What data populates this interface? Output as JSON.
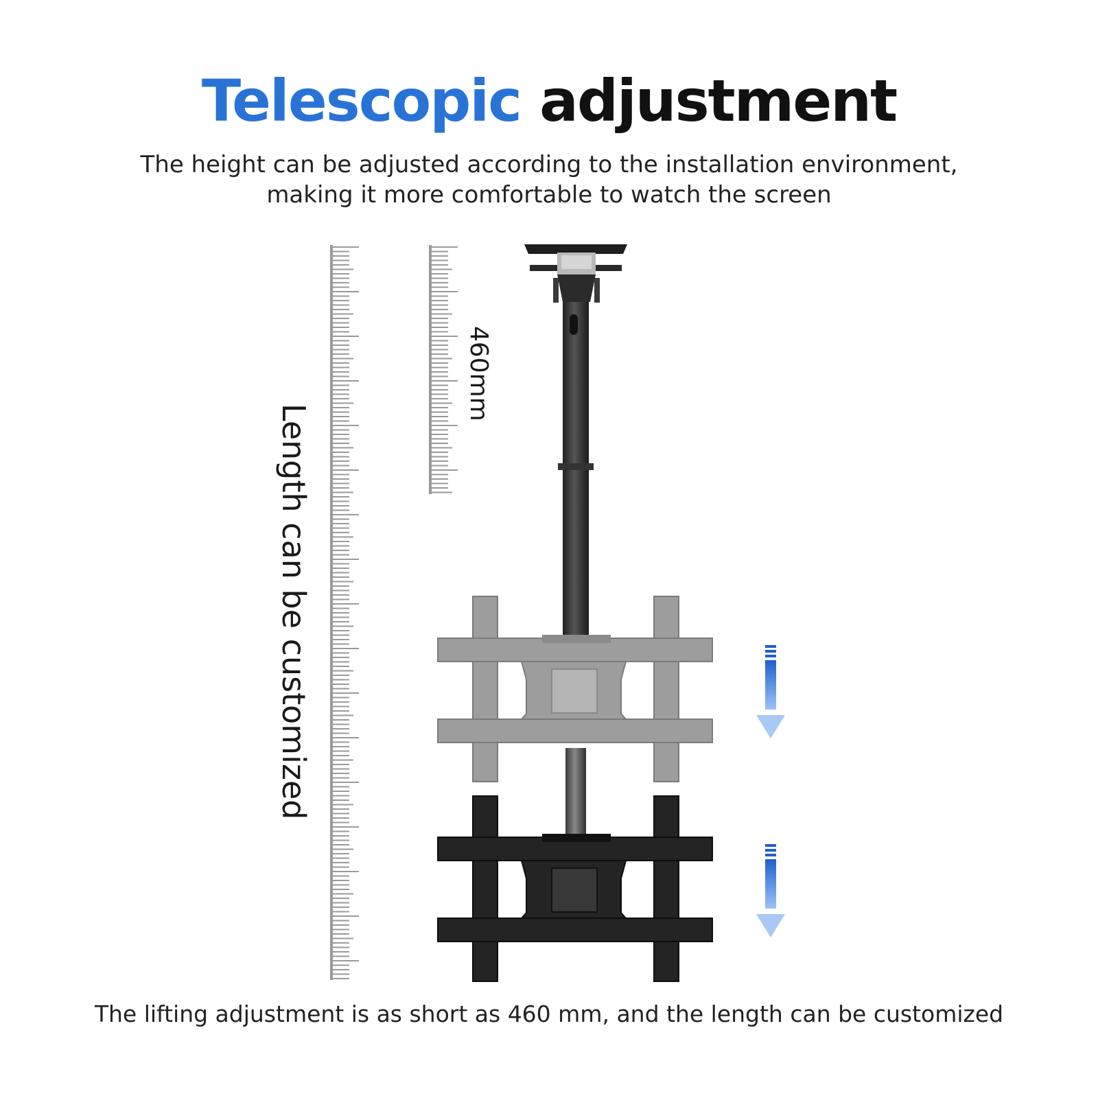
{
  "heading": {
    "accent_word": "Telescopic",
    "rest": "adjustment",
    "accent_color": "#2a73d6"
  },
  "subtitle": {
    "line1": "The height can be adjusted according to the installation environment,",
    "line2": "making it more comfortable to watch the screen"
  },
  "labels": {
    "length_ruler": "Length can be customized",
    "short_ruler": "460mm"
  },
  "caption": "The lifting adjustment is as short as 460 mm, and the length can be customized",
  "icons": {
    "arrow_upper": "down-arrow-icon",
    "arrow_lower": "down-arrow-icon"
  }
}
